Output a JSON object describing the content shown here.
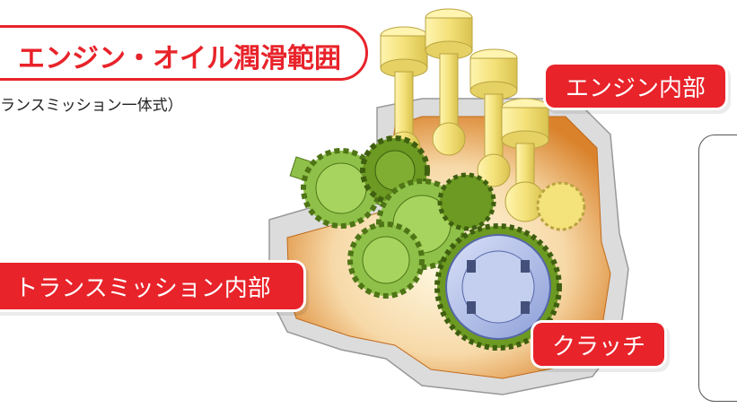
{
  "title": "エンジン・オイル潤滑範囲",
  "subtitle": "ランスミッション一体式）",
  "labels": {
    "engine": "エンジン内部",
    "transmission": "トランスミッション内部",
    "clutch": "クラッチ"
  },
  "colors": {
    "accent_red": "#e8232a",
    "engine_yellow": "#f4e27a",
    "gear_green": "#8fc14a",
    "gear_dark_green": "#5f8a1e",
    "clutch_blue": "#a8b7e6",
    "case_gray": "#dcdcdc",
    "oil_orange": "#d9822b"
  },
  "icons": [
    "piston-icon",
    "gear-icon",
    "clutch-icon",
    "crankcase-icon"
  ]
}
